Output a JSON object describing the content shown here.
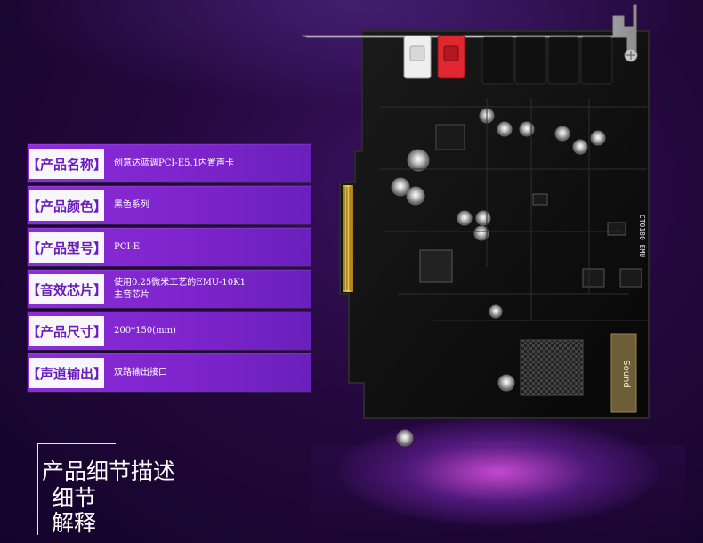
{
  "product": {
    "rows": [
      {
        "label": "【产品名称】",
        "value": "创意达蓝调PCI-E5.1内置声卡"
      },
      {
        "label": "【产品颜色】",
        "value": "黑色系列"
      },
      {
        "label": "【产品型号】",
        "value": "PCI-E"
      },
      {
        "label": "【音效芯片】",
        "value_line1": "使用0.25微米工艺的EMU-10K1",
        "value_line2": "主音芯片"
      },
      {
        "label": "【产品尺寸】",
        "value": "200*150(mm)"
      },
      {
        "label": "【声道输出】",
        "value": "双路输出接口"
      }
    ]
  },
  "detail": {
    "title": "产品细节描述",
    "sub1": "细节",
    "sub2": "解释"
  },
  "board": {
    "chip_label": "Sound",
    "side_text": "CT0180 EMU"
  },
  "colors": {
    "accent": "#7b23ca",
    "label_bg": "#f7f7fb",
    "board": "#121212"
  }
}
